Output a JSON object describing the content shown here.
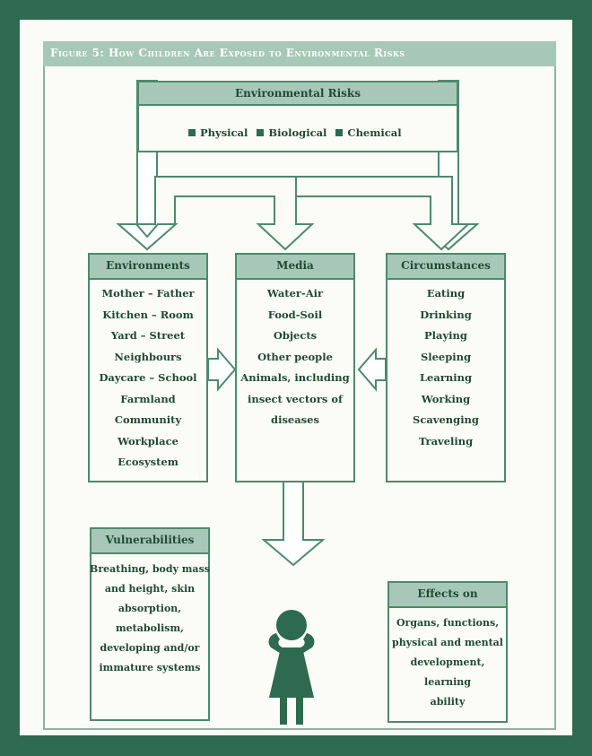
{
  "figure_title": "Figure 5: How Children Are Exposed to Environmental Risks",
  "risks": {
    "title": "Environmental Risks",
    "legend": [
      "Physical",
      "Biological",
      "Chemical"
    ]
  },
  "environments": {
    "title": "Environments",
    "items": [
      "Mother – Father",
      "Kitchen – Room",
      "Yard – Street",
      "Neighbours",
      "Daycare – School",
      "Farmland",
      "Community",
      "Workplace",
      "Ecosystem"
    ]
  },
  "media": {
    "title": "Media",
    "items": [
      "Water-Air",
      "Food-Soil",
      "Objects",
      "Other people",
      "Animals, including",
      "insect vectors of",
      "diseases"
    ]
  },
  "circumstances": {
    "title": "Circumstances",
    "items": [
      "Eating",
      "Drinking",
      "Playing",
      "Sleeping",
      "Learning",
      "Working",
      "Scavenging",
      "Traveling"
    ]
  },
  "vulnerabilities": {
    "title": "Vulnerabilities",
    "lines": [
      "Breathing, body mass",
      "and height, skin",
      "absorption,",
      "metabolism,",
      "developing and/or",
      "immature systems"
    ]
  },
  "effects": {
    "title": "Effects on",
    "lines": [
      "Organs, functions,",
      "physical and mental",
      "development, learning",
      "ability"
    ]
  },
  "colors": {
    "frame": "#2e6a50",
    "box_border": "#4c8a6e",
    "header_fill": "#a7c8b9",
    "text": "#1f4a36",
    "child": "#2e6a50"
  },
  "icons": [
    "child-figure-icon"
  ]
}
